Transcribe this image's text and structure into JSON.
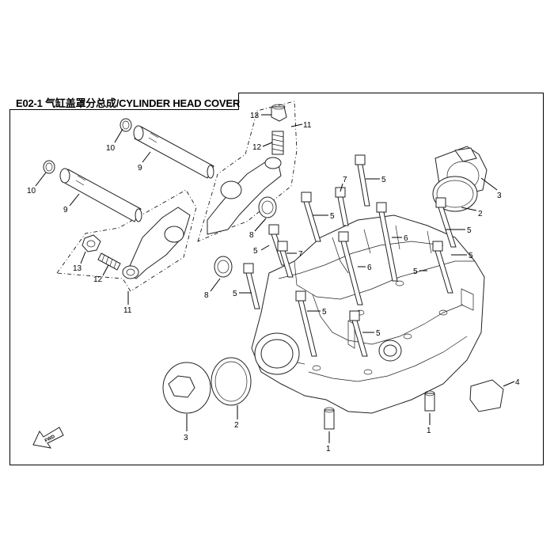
{
  "title": "E02-1 气缸盖罩分总成/CYLINDER HEAD COVER",
  "fwd_label": "FWD",
  "callouts": [
    {
      "id": "c1a",
      "text": "1"
    },
    {
      "id": "c1b",
      "text": "1"
    },
    {
      "id": "c2a",
      "text": "2"
    },
    {
      "id": "c2b",
      "text": "2"
    },
    {
      "id": "c3a",
      "text": "3"
    },
    {
      "id": "c3b",
      "text": "3"
    },
    {
      "id": "c4",
      "text": "4"
    },
    {
      "id": "c5a",
      "text": "5"
    },
    {
      "id": "c5b",
      "text": "5"
    },
    {
      "id": "c5c",
      "text": "5"
    },
    {
      "id": "c5d",
      "text": "5"
    },
    {
      "id": "c5e",
      "text": "5"
    },
    {
      "id": "c5f",
      "text": "5"
    },
    {
      "id": "c5g",
      "text": "5"
    },
    {
      "id": "c5h",
      "text": "5"
    },
    {
      "id": "c5i",
      "text": "5"
    },
    {
      "id": "c6a",
      "text": "6"
    },
    {
      "id": "c6b",
      "text": "6"
    },
    {
      "id": "c7a",
      "text": "7"
    },
    {
      "id": "c7b",
      "text": "7"
    },
    {
      "id": "c8a",
      "text": "8"
    },
    {
      "id": "c8b",
      "text": "8"
    },
    {
      "id": "c9a",
      "text": "9"
    },
    {
      "id": "c9b",
      "text": "9"
    },
    {
      "id": "c10a",
      "text": "10"
    },
    {
      "id": "c10b",
      "text": "10"
    },
    {
      "id": "c11a",
      "text": "11"
    },
    {
      "id": "c11b",
      "text": "11"
    },
    {
      "id": "c12a",
      "text": "12"
    },
    {
      "id": "c12b",
      "text": "12"
    },
    {
      "id": "c13a",
      "text": "13"
    },
    {
      "id": "c13b",
      "text": "13"
    }
  ]
}
